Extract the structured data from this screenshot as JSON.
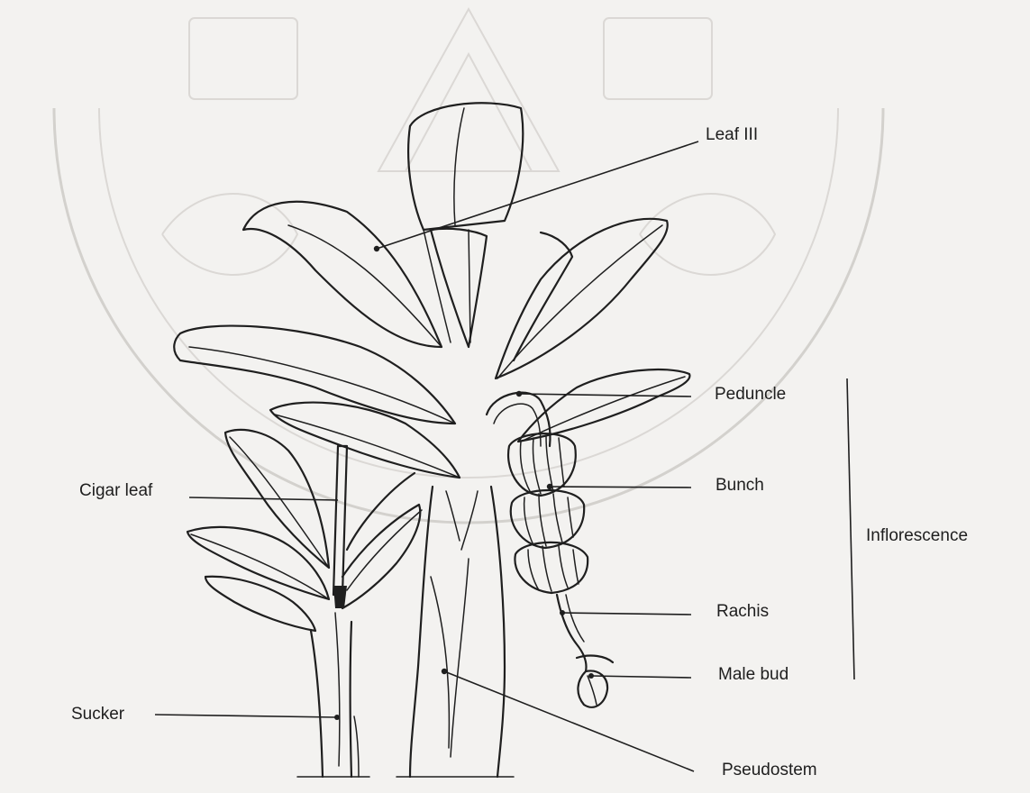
{
  "diagram": {
    "labels": {
      "leaf_iii": "Leaf III",
      "peduncle": "Peduncle",
      "bunch": "Bunch",
      "cigar_leaf": "Cigar leaf",
      "inflorescence": "Inflorescence",
      "rachis": "Rachis",
      "male_bud": "Male bud",
      "sucker": "Sucker",
      "pseudostem": "Pseudostem"
    }
  },
  "colors": {
    "paper": "#f3f2f0",
    "ink": "#1f1f1f",
    "watermark": "#c9c6c2"
  }
}
